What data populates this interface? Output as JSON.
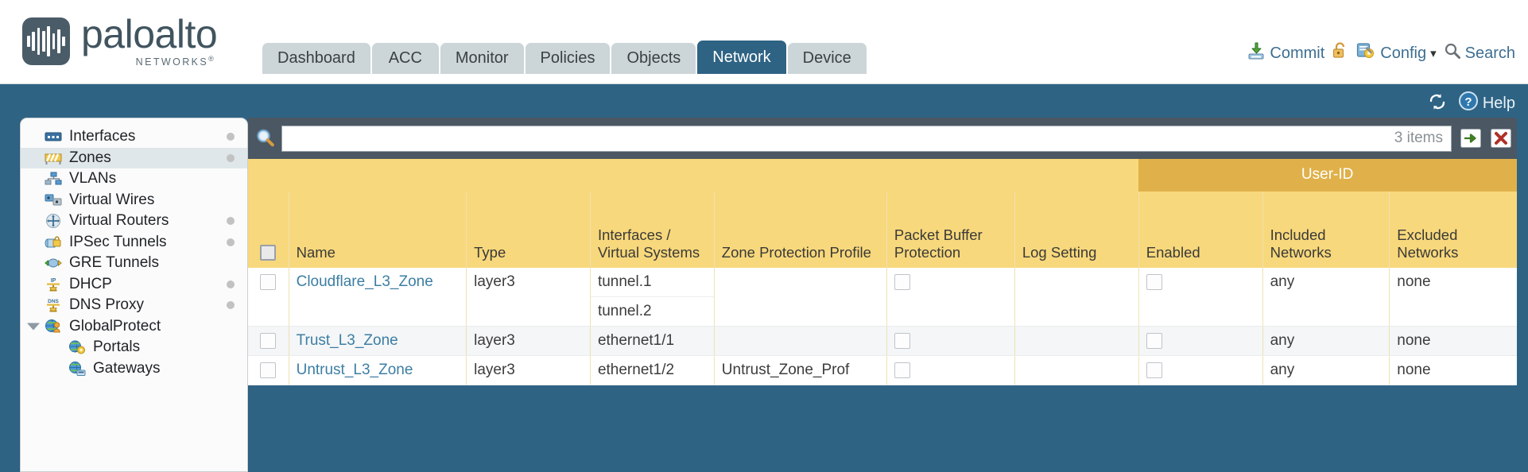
{
  "brand": {
    "name": "paloalto",
    "tagline": "NETWORKS",
    "registered": "®"
  },
  "nav": {
    "tabs": [
      {
        "label": "Dashboard",
        "active": false
      },
      {
        "label": "ACC",
        "active": false
      },
      {
        "label": "Monitor",
        "active": false
      },
      {
        "label": "Policies",
        "active": false
      },
      {
        "label": "Objects",
        "active": false
      },
      {
        "label": "Network",
        "active": true
      },
      {
        "label": "Device",
        "active": false
      }
    ]
  },
  "toolbar": {
    "commit_label": "Commit",
    "commit_icon": "commit-download-icon",
    "lock_icon": "unlock-padlock-icon",
    "config_label": "Config",
    "config_icon": "config-wrench-icon",
    "config_caret": "▾",
    "search_label": "Search",
    "search_icon": "magnifier-icon"
  },
  "bluebar": {
    "refresh_icon": "refresh-icon",
    "help_label": "Help",
    "help_icon": "help-question-icon"
  },
  "sidebar": {
    "items": [
      {
        "label": "Interfaces",
        "icon": "interfaces-icon",
        "selected": false,
        "dot": true,
        "child": false,
        "caret": false
      },
      {
        "label": "Zones",
        "icon": "zones-icon",
        "selected": true,
        "dot": true,
        "child": false,
        "caret": false
      },
      {
        "label": "VLANs",
        "icon": "vlans-icon",
        "selected": false,
        "dot": false,
        "child": false,
        "caret": false
      },
      {
        "label": "Virtual Wires",
        "icon": "virtual-wires-icon",
        "selected": false,
        "dot": false,
        "child": false,
        "caret": false
      },
      {
        "label": "Virtual Routers",
        "icon": "virtual-routers-icon",
        "selected": false,
        "dot": true,
        "child": false,
        "caret": false
      },
      {
        "label": "IPSec Tunnels",
        "icon": "ipsec-tunnels-icon",
        "selected": false,
        "dot": true,
        "child": false,
        "caret": false
      },
      {
        "label": "GRE Tunnels",
        "icon": "gre-tunnels-icon",
        "selected": false,
        "dot": false,
        "child": false,
        "caret": false
      },
      {
        "label": "DHCP",
        "icon": "dhcp-icon",
        "selected": false,
        "dot": true,
        "child": false,
        "caret": false
      },
      {
        "label": "DNS Proxy",
        "icon": "dns-proxy-icon",
        "selected": false,
        "dot": true,
        "child": false,
        "caret": false
      },
      {
        "label": "GlobalProtect",
        "icon": "globalprotect-icon",
        "selected": false,
        "dot": false,
        "child": false,
        "caret": true
      },
      {
        "label": "Portals",
        "icon": "portals-icon",
        "selected": false,
        "dot": false,
        "child": true,
        "caret": false
      },
      {
        "label": "Gateways",
        "icon": "gateways-icon",
        "selected": false,
        "dot": false,
        "child": true,
        "caret": false
      }
    ]
  },
  "search": {
    "value": "",
    "placeholder": "",
    "items_count": "3 items",
    "apply_icon": "apply-arrow-icon",
    "clear_icon": "clear-x-icon",
    "magnifier_icon": "magnifier-icon"
  },
  "table": {
    "group_header": {
      "label": "User-ID",
      "span": 3
    },
    "columns": [
      "Name",
      "Type",
      "Interfaces / Virtual Systems",
      "Zone Protection Profile",
      "Packet Buffer Protection",
      "Log Setting",
      "Enabled",
      "Included Networks",
      "Excluded Networks"
    ],
    "rows": [
      {
        "selected": false,
        "name": "Cloudflare_L3_Zone",
        "type": "layer3",
        "interfaces": [
          "tunnel.1",
          "tunnel.2"
        ],
        "zone_protection_profile": "",
        "packet_buffer_protection": false,
        "log_setting": "",
        "userid_enabled": false,
        "included_networks": "any",
        "excluded_networks": "none"
      },
      {
        "selected": false,
        "name": "Trust_L3_Zone",
        "type": "layer3",
        "interfaces": [
          "ethernet1/1"
        ],
        "zone_protection_profile": "",
        "packet_buffer_protection": false,
        "log_setting": "",
        "userid_enabled": false,
        "included_networks": "any",
        "excluded_networks": "none"
      },
      {
        "selected": false,
        "name": "Untrust_L3_Zone",
        "type": "layer3",
        "interfaces": [
          "ethernet1/2"
        ],
        "zone_protection_profile": "Untrust_Zone_Prof",
        "packet_buffer_protection": false,
        "log_setting": "",
        "userid_enabled": false,
        "included_networks": "any",
        "excluded_networks": "none"
      }
    ]
  },
  "colors": {
    "brand_blue": "#2e6384",
    "header_amber": "#f8d87c",
    "group_amber": "#e0b14a",
    "link_blue": "#3c7ea3",
    "searchbar_slate": "#4b5762"
  }
}
